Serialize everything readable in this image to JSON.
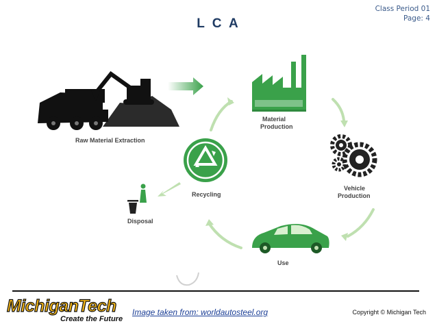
{
  "header": {
    "class_period": "Class Period 01",
    "page": "Page:  4",
    "title": "L C A"
  },
  "diagram": {
    "stages": {
      "raw_material": "Raw Material Extraction",
      "material_production_1": "Material",
      "material_production_2": "Production",
      "vehicle_production_1": "Vehicle",
      "vehicle_production_2": "Production",
      "use": "Use",
      "recycling": "Recycling",
      "disposal": "Disposal"
    },
    "colors": {
      "accent_green": "#3aa14a",
      "light_green": "#bfe0b0",
      "dark": "#111111",
      "gray": "#444444"
    },
    "icons": [
      "excavator-icon",
      "dump-truck-icon",
      "factory-icon",
      "gears-icon",
      "car-icon",
      "recycle-icon",
      "trash-bin-icon",
      "cycle-arrow-icon"
    ]
  },
  "footer": {
    "logo_name": "MichiganTech",
    "logo_tagline": "Create the Future",
    "source": "Image taken from: worldautosteel.org",
    "copyright": "Copyright ©  Michigan Tech"
  }
}
